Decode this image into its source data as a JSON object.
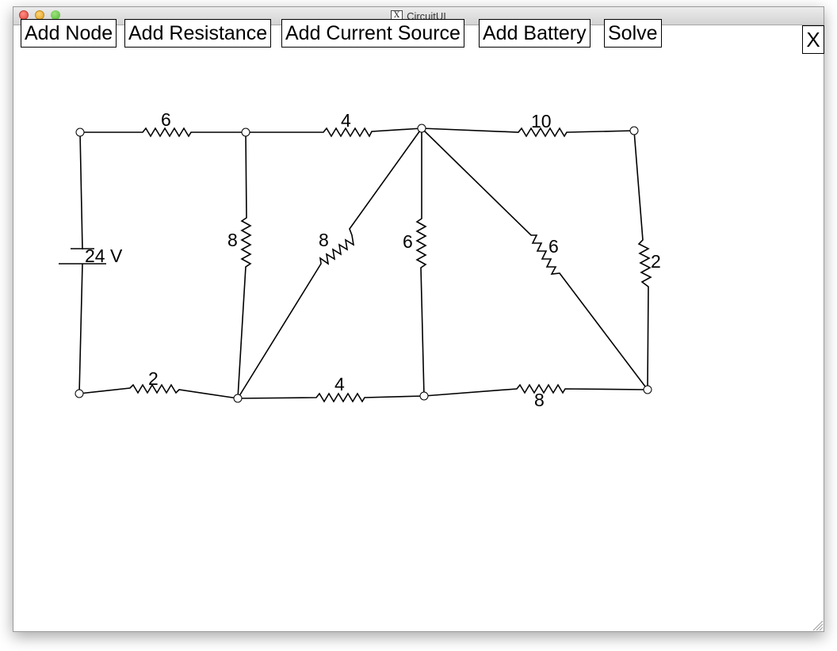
{
  "window": {
    "title": "CircuitUI",
    "app_icon": "X"
  },
  "toolbar": {
    "add_node": "Add Node",
    "add_resistance": "Add Resistance",
    "add_current_source": "Add Current Source",
    "add_battery": "Add Battery",
    "solve": "Solve",
    "close": "X"
  },
  "circuit": {
    "battery_label": "24 V",
    "resistors": {
      "r_top_left": "6",
      "r_top_mid": "4",
      "r_top_right": "10",
      "r_vert_left": "8",
      "r_diag_left": "8",
      "r_vert_center": "6",
      "r_diag_right": "6",
      "r_vert_right": "2",
      "r_bottom_left": "2",
      "r_bottom_mid": "4",
      "r_bottom_right": "8"
    }
  }
}
